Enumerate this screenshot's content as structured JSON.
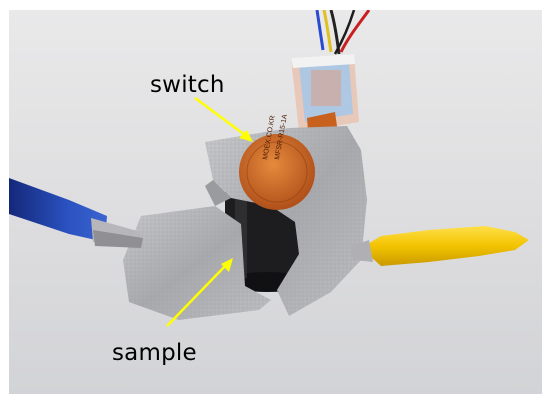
{
  "labels": {
    "switch": "switch",
    "sample": "sample"
  },
  "switch_print": {
    "line1": "MOEX.CO.KR",
    "line2": "MFSR-R15-1A"
  },
  "colors": {
    "background": "#dcdcde",
    "arrow": "#ffff00",
    "clip_blue": "#1e3c9e",
    "clip_yellow": "#f2c600",
    "switch_copper": "#c8601e",
    "foil": "#b3b4b8",
    "sample": "#1d1d1f"
  }
}
